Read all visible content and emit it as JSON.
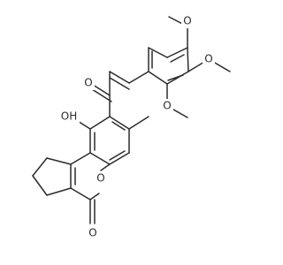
{
  "molecule": {
    "labels": {
      "o_methoxy_top": "O",
      "o_methoxy_right": "O",
      "o_methoxy_ortho": "O",
      "o_carbonyl_enone": "O",
      "oh_hydroxy": "OH",
      "o_ring": "O",
      "o_lactone": "O"
    }
  }
}
